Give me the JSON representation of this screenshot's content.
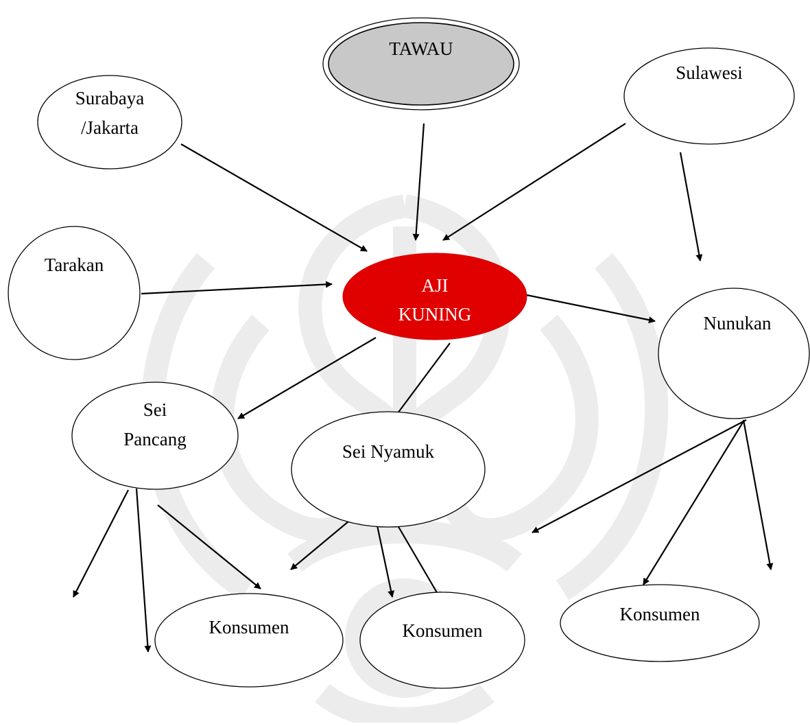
{
  "colors": {
    "hub_fill": "#e00000",
    "hub_text": "#ffffff",
    "origin_fill": "#c8c8c8",
    "watermark": "#ececec",
    "line": "#000000"
  },
  "nodes": {
    "tawau": {
      "label": "TAWAU"
    },
    "surabaya_jakarta": {
      "label_line1": "Surabaya",
      "label_line2": "/Jakarta"
    },
    "sulawesi": {
      "label": "Sulawesi"
    },
    "tarakan": {
      "label": "Tarakan"
    },
    "aji_kuning": {
      "label_line1": "AJI",
      "label_line2": "KUNING"
    },
    "nunukan": {
      "label": "Nunukan"
    },
    "sei_pancang": {
      "label_line1": "Sei",
      "label_line2": "Pancang"
    },
    "sei_nyamuk": {
      "label": "Sei Nyamuk"
    },
    "konsumen_left": {
      "label": "Konsumen"
    },
    "konsumen_center": {
      "label": "Konsumen"
    },
    "konsumen_right": {
      "label": "Konsumen"
    }
  },
  "icons": {
    "watermark": "university-emblem-watermark",
    "arrowhead": "arrowhead-icon"
  }
}
